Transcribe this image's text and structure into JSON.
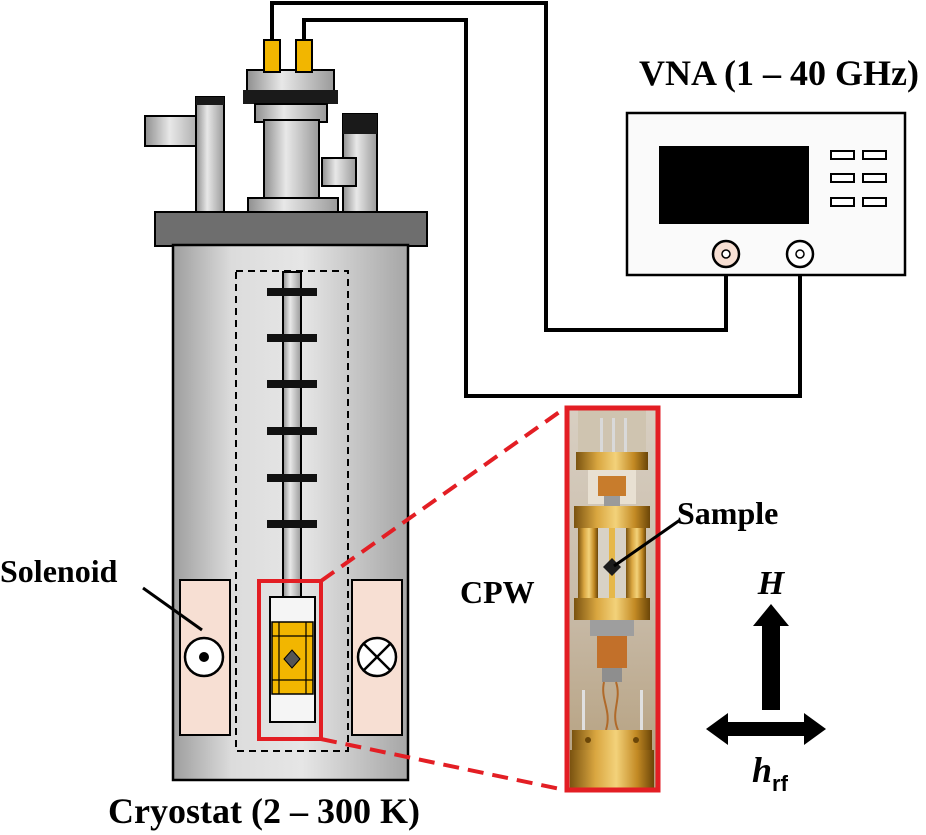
{
  "labels": {
    "vna": "VNA (1 – 40 GHz)",
    "cryostat": "Cryostat (2 – 300 K)",
    "solenoid": "Solenoid",
    "cpw": "CPW",
    "sample": "Sample",
    "field_H": "H",
    "field_h": "h",
    "field_h_sub": "rf"
  },
  "icons": {
    "field_out": "dot-in-circle-icon",
    "field_in": "cross-in-circle-icon"
  },
  "colors": {
    "highlight": "#e31e24",
    "solenoid_fill": "#f7dfd3",
    "cpw_gold": "#f2b600",
    "cryostat_body": "#d0d0d0"
  }
}
